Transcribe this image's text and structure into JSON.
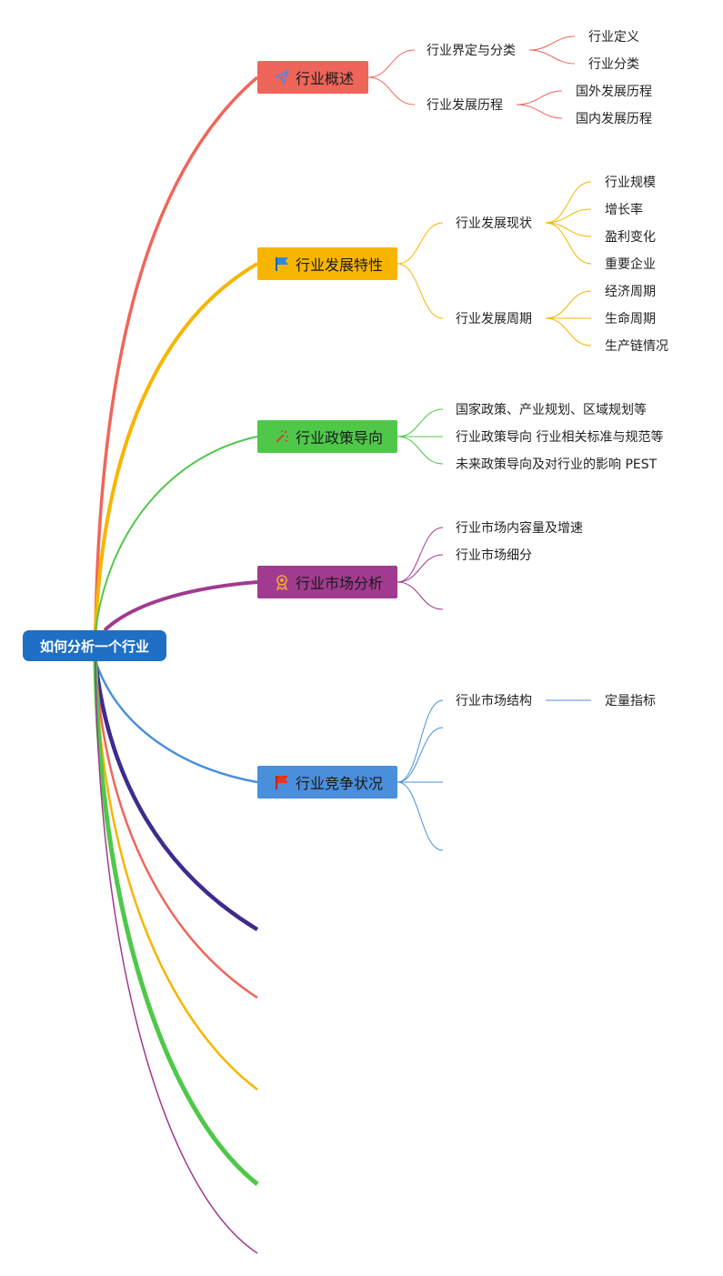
{
  "root": {
    "label": "如何分析一个行业"
  },
  "colors": {
    "root": "#1f6fc4",
    "b1": "#f0655a",
    "b2": "#f7b500",
    "b3": "#4fc84a",
    "b4": "#a13b8f",
    "b5": "#4a8fdc",
    "dark": "#3f2a8f"
  },
  "icons": [
    "paper-plane-icon",
    "flag-icon",
    "sparkles-icon",
    "award-icon",
    "red-flag-icon"
  ],
  "branches": [
    {
      "label": "行业概述",
      "children": [
        {
          "label": "行业界定与分类",
          "children": [
            "行业定义",
            "行业分类"
          ]
        },
        {
          "label": "行业发展历程",
          "children": [
            "国外发展历程",
            "国内发展历程"
          ]
        }
      ]
    },
    {
      "label": "行业发展特性",
      "children": [
        {
          "label": "行业发展现状",
          "children": [
            "行业规模",
            "增长率",
            "盈利变化",
            "重要企业"
          ]
        },
        {
          "label": "行业发展周期",
          "children": [
            "经济周期",
            "生命周期",
            "生产链情况"
          ]
        }
      ]
    },
    {
      "label": "行业政策导向",
      "children": [
        {
          "label": "国家政策、产业规划、区域规划等"
        },
        {
          "label": "行业政策导向 行业相关标准与规范等"
        },
        {
          "label": "未来政策导向及对行业的影响 PEST"
        }
      ]
    },
    {
      "label": "行业市场分析",
      "children": [
        {
          "label": "行业市场内容量及增速"
        },
        {
          "label": "行业市场细分"
        }
      ]
    },
    {
      "label": "行业竞争状况",
      "children": [
        {
          "label": "行业市场结构",
          "children": [
            "定量指标"
          ]
        }
      ]
    }
  ]
}
